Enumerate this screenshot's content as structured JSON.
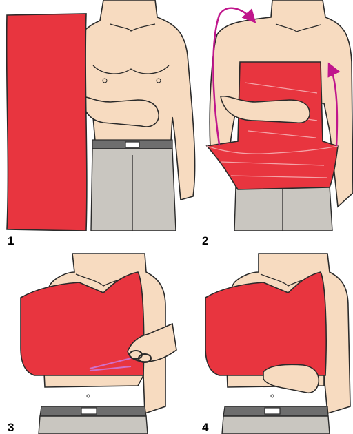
{
  "colors": {
    "cloth": "#e8353f",
    "skin": "#f7dbc0",
    "outline": "#2a2a2a",
    "pants": "#c9c6c0",
    "belt": "#6e6e6e",
    "arrow": "#c0168c",
    "scissors": "#d070c8"
  },
  "panels": [
    {
      "number": "1"
    },
    {
      "number": "2"
    },
    {
      "number": "3"
    },
    {
      "number": "4"
    }
  ]
}
